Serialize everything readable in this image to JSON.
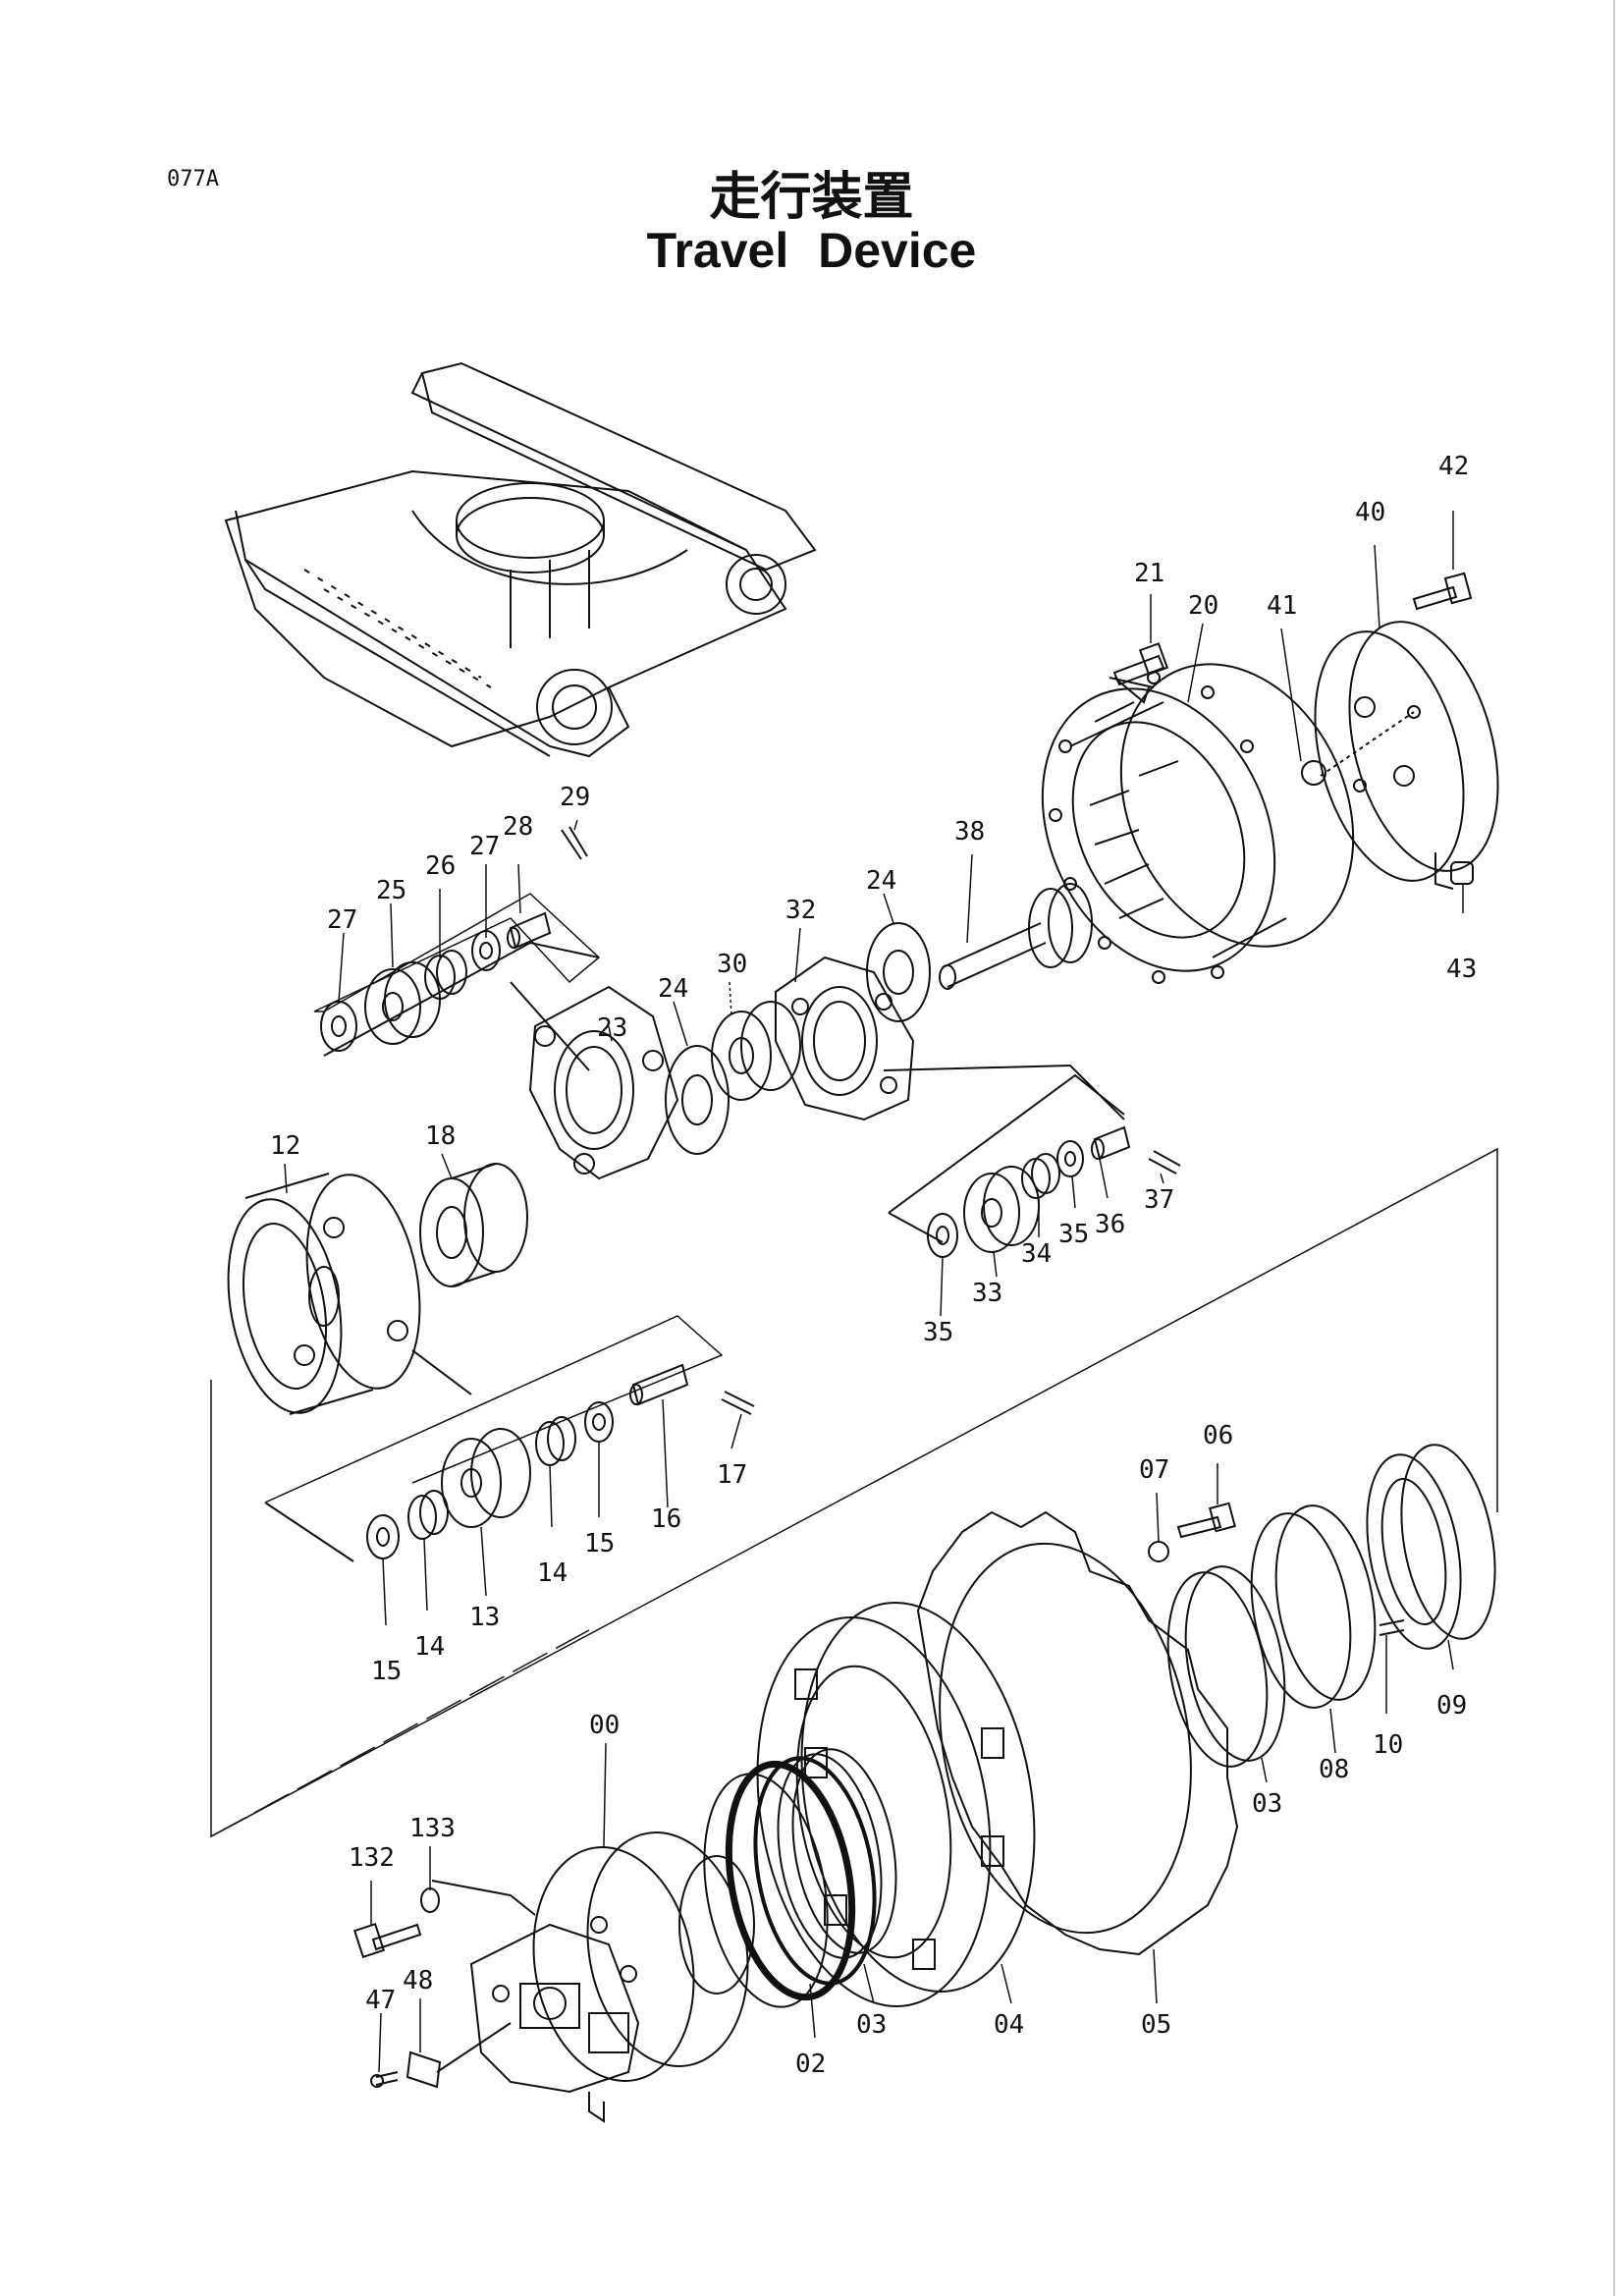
{
  "page": {
    "code": "077A",
    "title_jp": "走行装置",
    "title_en": "Travel   Device"
  },
  "parts": [
    {
      "id": "p42",
      "label": "42"
    },
    {
      "id": "p40",
      "label": "40"
    },
    {
      "id": "p21",
      "label": "21"
    },
    {
      "id": "p20",
      "label": "20"
    },
    {
      "id": "p41",
      "label": "41"
    },
    {
      "id": "p43",
      "label": "43"
    },
    {
      "id": "p29",
      "label": "29"
    },
    {
      "id": "p28",
      "label": "28"
    },
    {
      "id": "p27a",
      "label": "27"
    },
    {
      "id": "p26",
      "label": "26"
    },
    {
      "id": "p25",
      "label": "25"
    },
    {
      "id": "p27b",
      "label": "27"
    },
    {
      "id": "p38",
      "label": "38"
    },
    {
      "id": "p32",
      "label": "32"
    },
    {
      "id": "p24a",
      "label": "24"
    },
    {
      "id": "p30",
      "label": "30"
    },
    {
      "id": "p24b",
      "label": "24"
    },
    {
      "id": "p23",
      "label": "23"
    },
    {
      "id": "p12",
      "label": "12"
    },
    {
      "id": "p18",
      "label": "18"
    },
    {
      "id": "p37",
      "label": "37"
    },
    {
      "id": "p36",
      "label": "36"
    },
    {
      "id": "p35a",
      "label": "35"
    },
    {
      "id": "p34",
      "label": "34"
    },
    {
      "id": "p33",
      "label": "33"
    },
    {
      "id": "p35b",
      "label": "35"
    },
    {
      "id": "p17",
      "label": "17"
    },
    {
      "id": "p16",
      "label": "16"
    },
    {
      "id": "p15a",
      "label": "15"
    },
    {
      "id": "p14a",
      "label": "14"
    },
    {
      "id": "p13",
      "label": "13"
    },
    {
      "id": "p14b",
      "label": "14"
    },
    {
      "id": "p15b",
      "label": "15"
    },
    {
      "id": "p06",
      "label": "06"
    },
    {
      "id": "p07",
      "label": "07"
    },
    {
      "id": "p09",
      "label": "09"
    },
    {
      "id": "p10",
      "label": "10"
    },
    {
      "id": "p08",
      "label": "08"
    },
    {
      "id": "p03a",
      "label": "03"
    },
    {
      "id": "p00",
      "label": "00"
    },
    {
      "id": "p133",
      "label": "133"
    },
    {
      "id": "p132",
      "label": "132"
    },
    {
      "id": "p48",
      "label": "48"
    },
    {
      "id": "p47",
      "label": "47"
    },
    {
      "id": "p02",
      "label": "02"
    },
    {
      "id": "p03b",
      "label": "03"
    },
    {
      "id": "p04",
      "label": "04"
    },
    {
      "id": "p05",
      "label": "05"
    }
  ]
}
